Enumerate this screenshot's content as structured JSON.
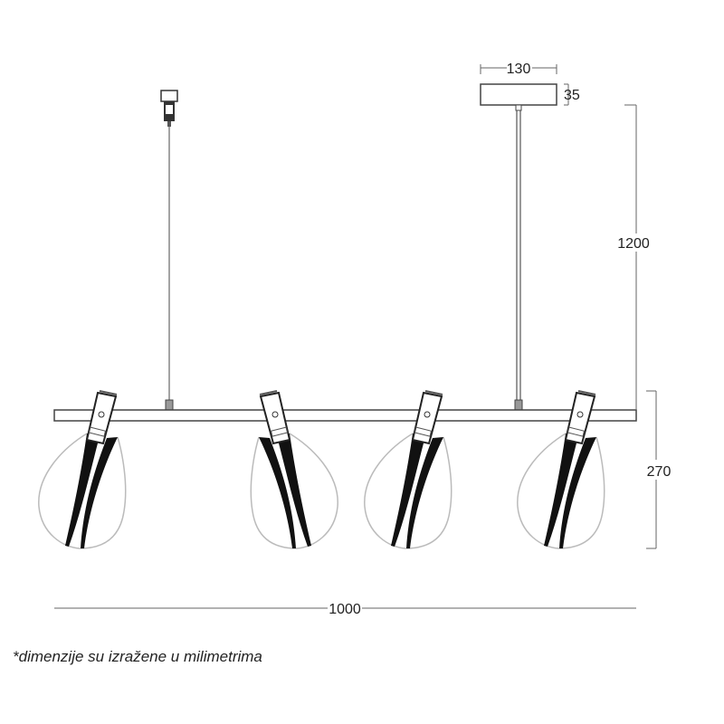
{
  "dimensions": {
    "canopy_width": "130",
    "canopy_height": "35",
    "suspension_length": "1200",
    "fixture_height": "270",
    "total_length": "1000"
  },
  "footnote": "*dimenzije su izražene u milimetrima",
  "colors": {
    "line": "#444444",
    "shade": "#bbbbbb",
    "stem": "#111111"
  }
}
